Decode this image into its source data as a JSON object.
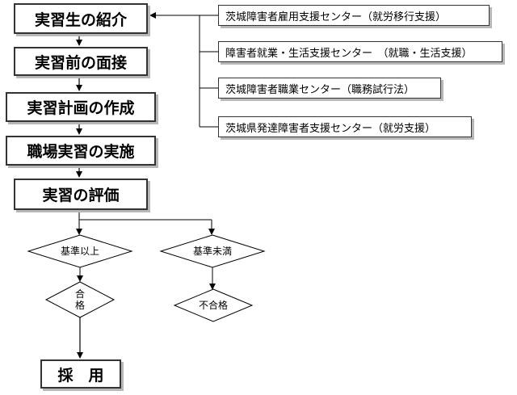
{
  "steps": [
    "実習生の紹介",
    "実習前の面接",
    "実習計画の作成",
    "職場実習の実施",
    "実習の評価"
  ],
  "agencies": [
    "茨城障害者雇用支援センター（就労移行支援）",
    "障害者就業・生活支援センター　（就職・生活支援）",
    "茨城障害者職業センター（職務試行法）",
    "茨城県発達障害者支援センター（就労支援）"
  ],
  "decisions": {
    "pass_criterion": "基準以上",
    "fail_criterion": "基準未満",
    "pass_result": "合\n格",
    "fail_result": "不合格"
  },
  "final_step": "採　用"
}
